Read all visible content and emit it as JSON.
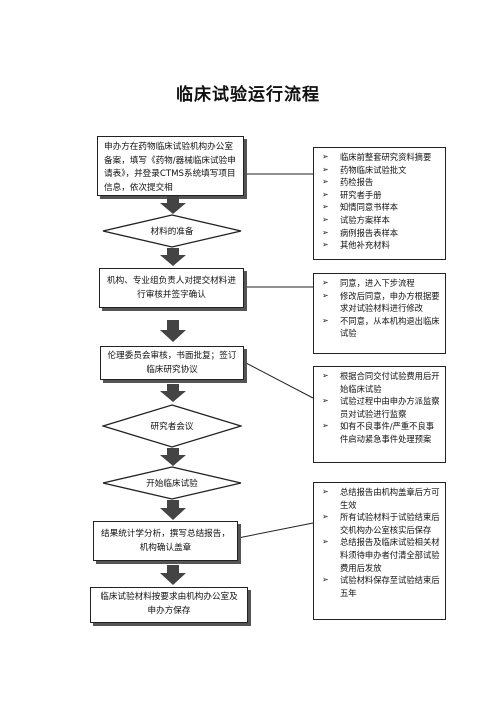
{
  "title": "临床试验运行流程",
  "steps": {
    "s1": "申办方在药物临床试验机构办公室备案，填写《药物/器械临床试验申请表》，并登录CTMS系统填写项目信息，依次提交相",
    "d1": "材料的准备",
    "s2": "机构、专业组负责人对提交材料进行审核并签字确认",
    "s3": "伦理委员会审核，书面批复；签订临床研究协议",
    "d2": "研究者会议",
    "d3": "开始临床试验",
    "s4": "结果统计学分析，撰写总结报告，机构确认盖章",
    "s5": "临床试验材料按要求由机构办公室及申办方保存"
  },
  "notes": {
    "n1": [
      "临床前整套研究资料摘要",
      "药物临床试验批文",
      "药检报告",
      "研究者手册",
      "知情同意书样本",
      "试验方案样本",
      "病例报告表样本",
      "其他补充材料"
    ],
    "n2": [
      "同意，进入下步流程",
      "修改后同意，申办方根据要求对试验材料进行修改",
      "不同意，从本机构退出临床试验"
    ],
    "n3": [
      "根据合同交付试验费用后开始临床试验",
      "试验过程中由申办方派监察员对试验进行监察",
      "如有不良事件/严重不良事件启动紧急事件处理预案"
    ],
    "n4": [
      "总结报告由机构盖章后方可生效",
      "所有试验材料于试验结束后交机构办公室核实后保存",
      "总结报告及临床试验相关材料须待申办者付清全部试验费用后发放",
      "试验材料保存至试验结束后五年"
    ]
  },
  "bullet_glyph": "➢"
}
